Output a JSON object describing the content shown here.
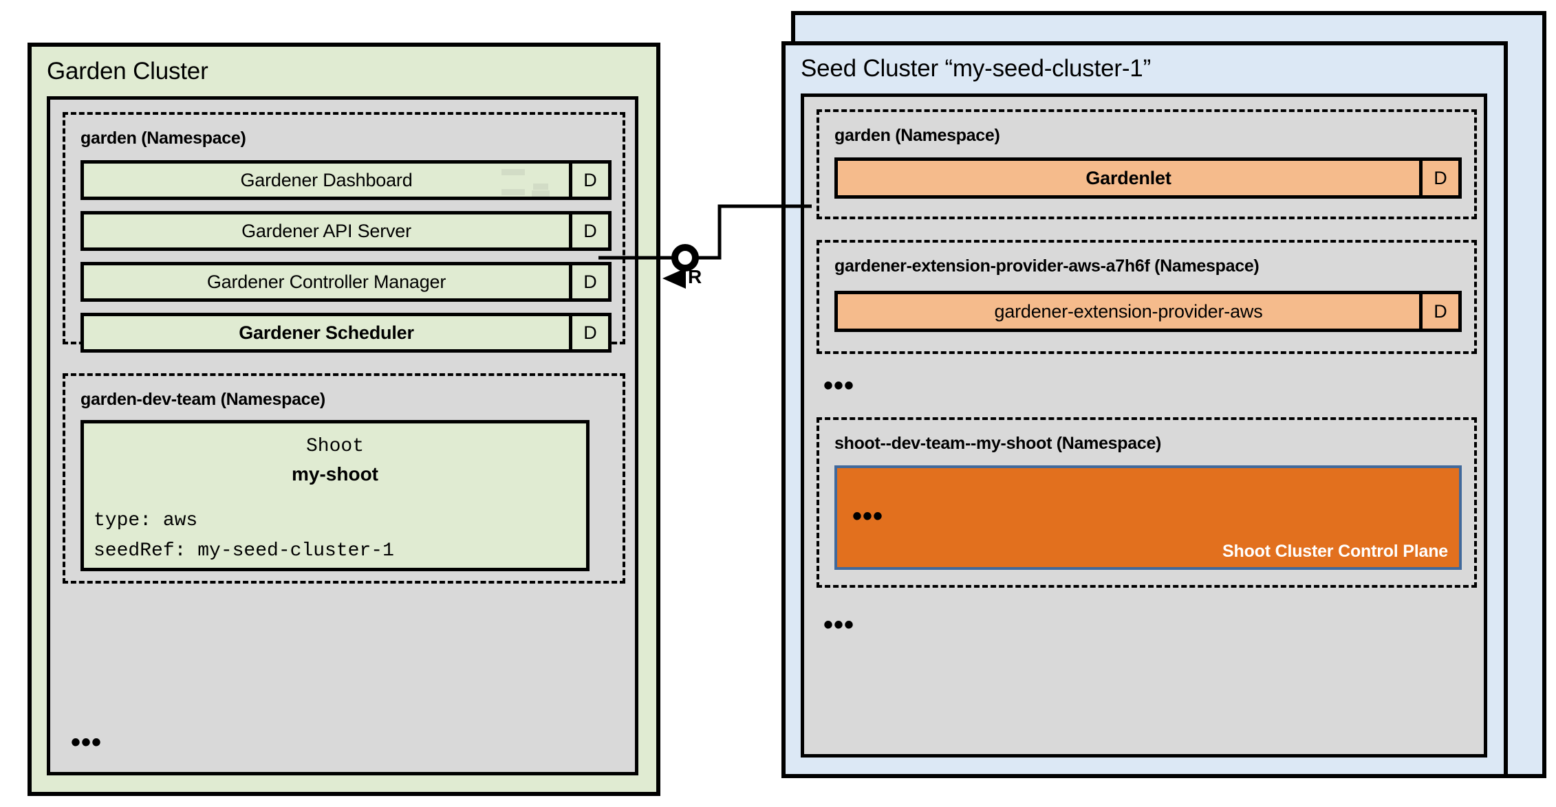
{
  "diagram": {
    "title_hidden": "Gardener Garden / Seed cluster architecture",
    "colors": {
      "garden_cluster_fill": "#e0ebd2",
      "seed_cluster_fill": "#dce8f5",
      "cluster_body_fill": "#d9d9d9",
      "garden_component_fill": "#e0ebd2",
      "seed_component_fill": "#f5bb8c",
      "control_plane_fill": "#e2701e",
      "control_plane_border": "#41699b",
      "stroke": "#000000",
      "control_plane_text": "#ffffff"
    }
  },
  "garden_cluster": {
    "title": "Garden Cluster",
    "namespaces": [
      {
        "name": "garden (Namespace)",
        "components": [
          {
            "label": "Gardener Dashboard",
            "badge": "D",
            "bold": false
          },
          {
            "label": "Gardener API Server",
            "badge": "D",
            "bold": false
          },
          {
            "label": "Gardener Controller Manager",
            "badge": "D",
            "bold": false
          },
          {
            "label": "Gardener Scheduler",
            "badge": "D",
            "bold": true
          }
        ]
      },
      {
        "name": "garden-dev-team (Namespace)",
        "shoot_resource": {
          "kind": "Shoot",
          "name": "my-shoot",
          "spec_lines": [
            "type: aws",
            "seedRef: my-seed-cluster-1"
          ]
        }
      }
    ],
    "more_indicator": "•••"
  },
  "seed_cluster": {
    "title": "Seed Cluster “my-seed-cluster-1”",
    "namespaces": [
      {
        "name": "garden (Namespace)",
        "components": [
          {
            "label": "Gardenlet",
            "badge": "D",
            "bold": true
          }
        ]
      },
      {
        "name": "gardener-extension-provider-aws-a7h6f (Namespace)",
        "components": [
          {
            "label": "gardener-extension-provider-aws",
            "badge": "D",
            "bold": false
          }
        ]
      },
      {
        "name": "shoot--dev-team--my-shoot (Namespace)",
        "control_plane": {
          "label": "Shoot Cluster Control Plane",
          "more_indicator": "•••"
        }
      }
    ],
    "more_indicator_mid": "•••",
    "more_indicator_bottom": "•••"
  },
  "connector": {
    "label": "R",
    "from": "Gardener API Server",
    "to": "Gardenlet"
  }
}
